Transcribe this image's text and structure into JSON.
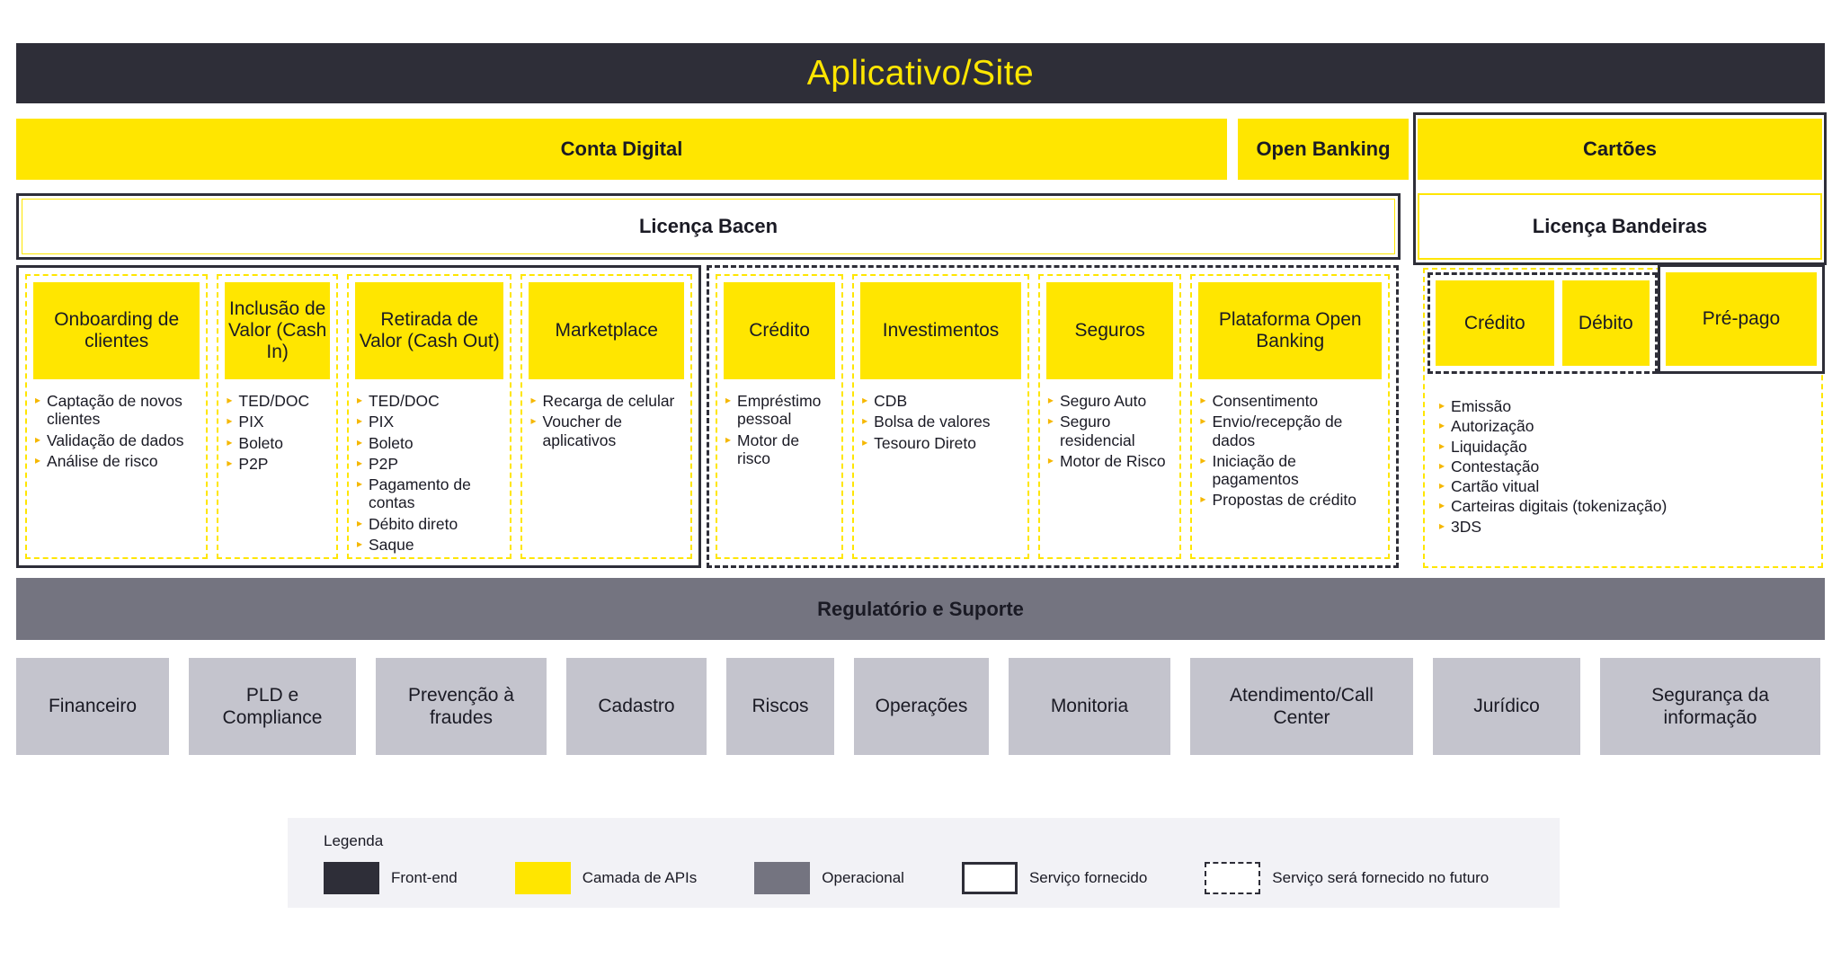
{
  "app": {
    "title": "Aplicativo/Site"
  },
  "bars": {
    "conta_digital": "Conta Digital",
    "open_banking": "Open Banking",
    "cartoes": "Cartões"
  },
  "licenses": {
    "bacen": "Licença Bacen",
    "bandeiras": "Licença Bandeiras"
  },
  "bullet_glyph": "▸",
  "groups": {
    "provided": {
      "cards": [
        {
          "title": "Onboarding de clientes",
          "items": [
            "Captação de novos clientes",
            "Validação de dados",
            "Análise de risco"
          ]
        },
        {
          "title": "Inclusão de Valor (Cash In)",
          "items": [
            "TED/DOC",
            "PIX",
            "Boleto",
            "P2P"
          ]
        },
        {
          "title": "Retirada de Valor (Cash Out)",
          "items": [
            "TED/DOC",
            "PIX",
            "Boleto",
            "P2P",
            "Pagamento de contas",
            "Débito direto",
            "Saque"
          ]
        },
        {
          "title": "Marketplace",
          "items": [
            "Recarga de celular",
            "Voucher de aplicativos"
          ]
        }
      ]
    },
    "future": {
      "cards": [
        {
          "title": "Crédito",
          "items": [
            "Empréstimo pessoal",
            "Motor de risco"
          ]
        },
        {
          "title": "Investimentos",
          "items": [
            "CDB",
            "Bolsa de valores",
            "Tesouro Direto"
          ]
        },
        {
          "title": "Seguros",
          "items": [
            "Seguro Auto",
            "Seguro residencial",
            "Motor de Risco"
          ]
        },
        {
          "title": "Plataforma Open Banking",
          "items": [
            "Consentimento",
            "Envio/recepção de dados",
            "Iniciação de pagamentos",
            "Propostas de crédito"
          ]
        }
      ]
    },
    "cartoes": {
      "future_headers": [
        "Crédito",
        "Débito"
      ],
      "provided_headers": [
        "Pré-pago"
      ],
      "items": [
        "Emissão",
        "Autorização",
        "Liquidação",
        "Contestação",
        "Cartão vitual",
        "Carteiras digitais (tokenização)",
        "3DS"
      ]
    }
  },
  "support": {
    "title": "Regulatório e Suporte",
    "boxes": [
      "Financeiro",
      "PLD e Compliance",
      "Prevenção à fraudes",
      "Cadastro",
      "Riscos",
      "Operações",
      "Monitoria",
      "Atendimento/Call Center",
      "Jurídico",
      "Segurança da informação"
    ]
  },
  "legend": {
    "title": "Legenda",
    "items": [
      {
        "label": "Front-end",
        "type": "frontend"
      },
      {
        "label": "Camada de APIs",
        "type": "apis"
      },
      {
        "label": "Operacional",
        "type": "oper"
      },
      {
        "label": "Serviço fornecido",
        "type": "solid"
      },
      {
        "label": "Serviço será fornecido no futuro",
        "type": "dashed"
      }
    ]
  },
  "colors": {
    "front_end": "#2e2e38",
    "api_layer": "#ffe600",
    "operational_bar": "#747480",
    "operational_box": "#c4c4cd",
    "legend_bg": "#f2f2f6",
    "bullet": "#f5b700"
  }
}
